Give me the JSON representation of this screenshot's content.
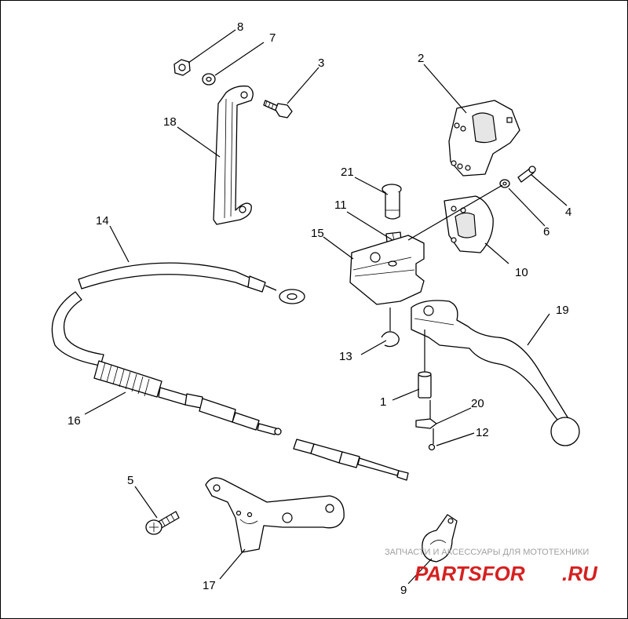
{
  "diagram": {
    "callouts": [
      {
        "id": "c1",
        "label": "1"
      },
      {
        "id": "c2",
        "label": "2"
      },
      {
        "id": "c3",
        "label": "3"
      },
      {
        "id": "c4",
        "label": "4"
      },
      {
        "id": "c5",
        "label": "5"
      },
      {
        "id": "c6",
        "label": "6"
      },
      {
        "id": "c7",
        "label": "7"
      },
      {
        "id": "c8",
        "label": "8"
      },
      {
        "id": "c9",
        "label": "9"
      },
      {
        "id": "c10",
        "label": "10"
      },
      {
        "id": "c11",
        "label": "11"
      },
      {
        "id": "c12",
        "label": "12"
      },
      {
        "id": "c13",
        "label": "13"
      },
      {
        "id": "c14",
        "label": "14"
      },
      {
        "id": "c15",
        "label": "15"
      },
      {
        "id": "c16",
        "label": "16"
      },
      {
        "id": "c17",
        "label": "17"
      },
      {
        "id": "c18",
        "label": "18"
      },
      {
        "id": "c19",
        "label": "19"
      },
      {
        "id": "c20",
        "label": "20"
      },
      {
        "id": "c21",
        "label": "21"
      }
    ]
  },
  "watermark": {
    "tagline": "ЗАПЧАСТИ И АКСЕССУАРЫ ДЛЯ МОТОТЕХНИКИ",
    "logo_main": "PARTSFOR",
    "logo_suffix": ".RU",
    "brand_color": "#d62020"
  }
}
